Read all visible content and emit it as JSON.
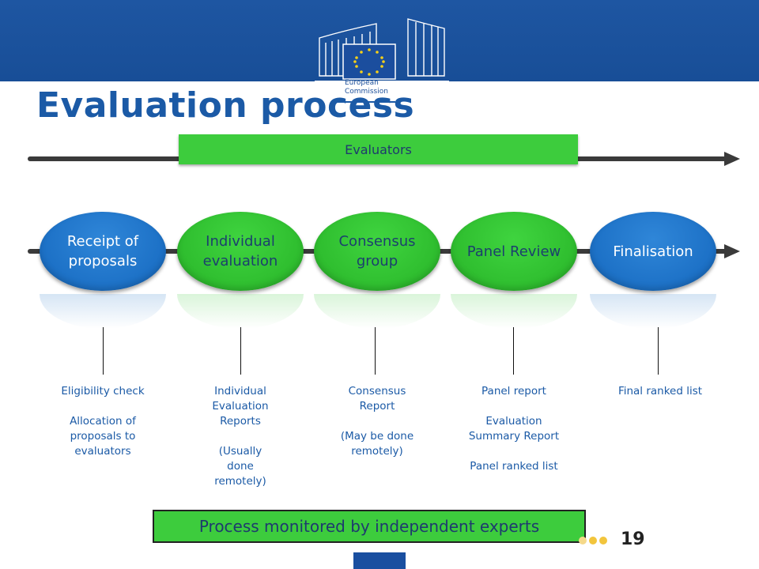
{
  "header": {
    "logo_text_line1": "European",
    "logo_text_line2": "Commission"
  },
  "title": "Evaluation process",
  "evaluators_label": "Evaluators",
  "stages": [
    {
      "label_line1": "Receipt of",
      "label_line2": "proposals",
      "color": "#1467be"
    },
    {
      "label_line1": "Individual",
      "label_line2": "evaluation",
      "color": "#2dbf2d"
    },
    {
      "label_line1": "Consensus",
      "label_line2": "group",
      "color": "#2dbf2d"
    },
    {
      "label_line1": "Panel Review",
      "label_line2": "",
      "color": "#2dbf2d"
    },
    {
      "label_line1": "Finalisation",
      "label_line2": "",
      "color": "#1467be"
    }
  ],
  "outputs": [
    {
      "lines": [
        "Eligibility  check",
        "",
        "Allocation of",
        "proposals to",
        "evaluators"
      ]
    },
    {
      "lines": [
        "Individual",
        "Evaluation",
        "Reports",
        "",
        "(Usually",
        "done",
        "remotely)"
      ]
    },
    {
      "lines": [
        "Consensus",
        "Report",
        "",
        "(May be done",
        "remotely)"
      ]
    },
    {
      "lines": [
        "Panel report",
        "",
        "Evaluation",
        "Summary Report",
        "",
        "Panel ranked list"
      ]
    },
    {
      "lines": [
        "Final ranked list"
      ]
    }
  ],
  "process_monitor_label": "Process monitored by independent experts",
  "page_number": "19",
  "colors": {
    "brand_blue": "#1b5aa6",
    "header_blue": "#1e56a2",
    "green": "#3dcc3d",
    "dots": "#f2c53d"
  }
}
